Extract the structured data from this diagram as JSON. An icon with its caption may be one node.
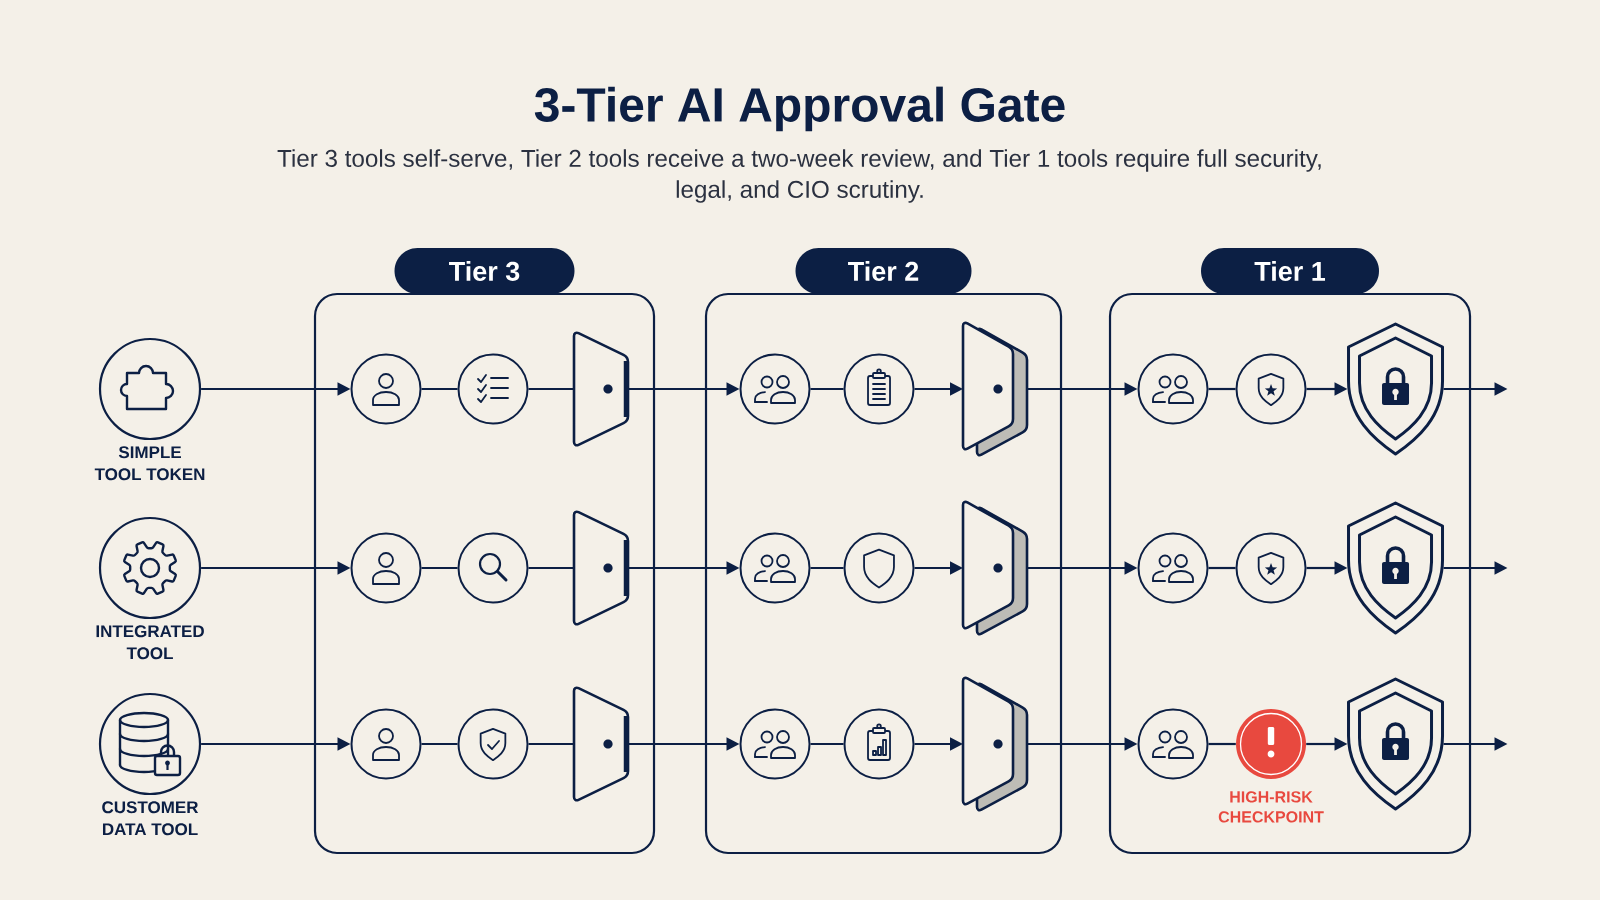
{
  "diagram": {
    "title": "3-Tier AI Approval Gate",
    "caption": "Tier 3 tools self-serve, Tier 2 tools receive a two-week review, and Tier 1 tools require full security, legal, and CIO scrutiny.",
    "nodes": [
      {
        "text": [
          "SIMPLE TOOL TOKEN"
        ]
      },
      {
        "text": [
          "INTEGRATED TOOL"
        ]
      },
      {
        "text": [
          "CUSTOMER DATA TOOL"
        ]
      },
      {
        "text": [
          "Tier 3"
        ]
      },
      {
        "text": [],
        "shape": "circle",
        "in": 3
      },
      {
        "text": [],
        "shape": "circle",
        "in": 3
      },
      {
        "text": [],
        "shape": "door",
        "in": 3
      },
      {
        "text": [],
        "shape": "circle",
        "in": 3
      },
      {
        "text": [],
        "shape": "circle",
        "in": 3
      },
      {
        "text": [],
        "shape": "door",
        "in": 3
      },
      {
        "text": [],
        "shape": "circle",
        "in": 3
      },
      {
        "text": [],
        "shape": "circle",
        "in": 3
      },
      {
        "text": [],
        "shape": "door",
        "in": 3
      },
      {
        "text": [
          "Tier 2"
        ]
      },
      {
        "text": [],
        "shape": "circle",
        "in": 13
      },
      {
        "text": [],
        "shape": "circle",
        "in": 13
      },
      {
        "text": [],
        "shape": "door",
        "in": 13
      },
      {
        "text": [],
        "shape": "circle",
        "in": 13
      },
      {
        "text": [],
        "shape": "circle",
        "in": 13
      },
      {
        "text": [],
        "shape": "door",
        "in": 13
      },
      {
        "text": [],
        "shape": "circle",
        "in": 13
      },
      {
        "text": [],
        "shape": "circle",
        "in": 13
      },
      {
        "text": [],
        "shape": "door",
        "in": 13
      },
      {
        "text": [
          "Tier 1"
        ]
      },
      {
        "text": [],
        "shape": "circle",
        "in": 23
      },
      {
        "text": [],
        "shape": "circle",
        "in": 23
      },
      {
        "text": [],
        "shape": "shield",
        "in": 23
      },
      {
        "text": [],
        "shape": "circle",
        "in": 23
      },
      {
        "text": [],
        "shape": "circle",
        "in": 23
      },
      {
        "text": [],
        "shape": "shield",
        "in": 23
      },
      {
        "text": [],
        "shape": "circle",
        "in": 23
      },
      {
        "text": [
          "HIGH-RISK CHECKPOINT"
        ],
        "in": 23
      },
      {
        "text": [],
        "shape": "shield",
        "in": 23
      }
    ],
    "edges": [
      {
        "from": 0,
        "to": 4,
        "arrow": "to"
      },
      {
        "from": 4,
        "to": 5,
        "arrow": "none"
      },
      {
        "from": 5,
        "to": 6,
        "arrow": "none"
      },
      {
        "from": 6,
        "to": 14,
        "arrow": "to"
      },
      {
        "from": 14,
        "to": 15,
        "arrow": "none"
      },
      {
        "from": 15,
        "to": 16,
        "arrow": "to"
      },
      {
        "from": 16,
        "to": 24,
        "arrow": "to"
      },
      {
        "from": 24,
        "to": 25,
        "arrow": "none"
      },
      {
        "from": 25,
        "to": 26,
        "arrow": "to"
      },
      {
        "from": 26,
        "to": null,
        "arrow": "to"
      },
      {
        "from": 1,
        "to": 7,
        "arrow": "to"
      },
      {
        "from": 7,
        "to": 8,
        "arrow": "none"
      },
      {
        "from": 8,
        "to": 9,
        "arrow": "none"
      },
      {
        "from": 9,
        "to": 17,
        "arrow": "to"
      },
      {
        "from": 17,
        "to": 18,
        "arrow": "none"
      },
      {
        "from": 18,
        "to": 19,
        "arrow": "to"
      },
      {
        "from": 19,
        "to": 27,
        "arrow": "to"
      },
      {
        "from": 27,
        "to": 28,
        "arrow": "none"
      },
      {
        "from": 28,
        "to": 29,
        "arrow": "to"
      },
      {
        "from": 29,
        "to": null,
        "arrow": "to"
      },
      {
        "from": 2,
        "to": 10,
        "arrow": "to"
      },
      {
        "from": 10,
        "to": 11,
        "arrow": "none"
      },
      {
        "from": 11,
        "to": 12,
        "arrow": "none"
      },
      {
        "from": 12,
        "to": 20,
        "arrow": "to"
      },
      {
        "from": 20,
        "to": 21,
        "arrow": "none"
      },
      {
        "from": 21,
        "to": 22,
        "arrow": "to"
      },
      {
        "from": 22,
        "to": 30,
        "arrow": "to"
      },
      {
        "from": 30,
        "to": 31,
        "arrow": "none"
      },
      {
        "from": 31,
        "to": 32,
        "arrow": "to"
      },
      {
        "from": 32,
        "to": null,
        "arrow": "to"
      }
    ]
  }
}
